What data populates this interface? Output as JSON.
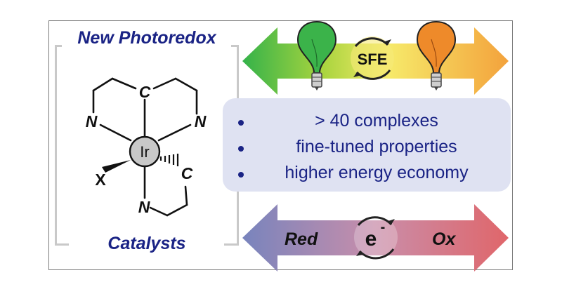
{
  "left_panel": {
    "title": "New Photoredox",
    "subtitle": "Catalysts",
    "structure": {
      "metal": "Ir",
      "top_carbon": "C",
      "side_carbon": "C",
      "left_nitrogen": "N",
      "right_nitrogen": "N",
      "bottom_nitrogen": "N",
      "halide": "X"
    }
  },
  "top_arrow": {
    "label": "SFE",
    "gradient": [
      "#3ab54a",
      "#9fd03a",
      "#f7e866",
      "#f4a43a"
    ]
  },
  "bullets": [
    "> 40 complexes",
    "fine-tuned properties",
    "higher energy economy"
  ],
  "bottom_arrow": {
    "left_label": "Red",
    "right_label": "Ox",
    "center_symbol": "e",
    "center_superscript": "-",
    "gradient": [
      "#7b87bd",
      "#c890aa",
      "#e06a6a"
    ]
  },
  "colors": {
    "title_text": "#1a2385",
    "green_bulb": "#3bb34a",
    "orange_bulb": "#ee8a2a",
    "info_box": "#dfe2f2",
    "ir_circle": "#c8c8c8"
  }
}
